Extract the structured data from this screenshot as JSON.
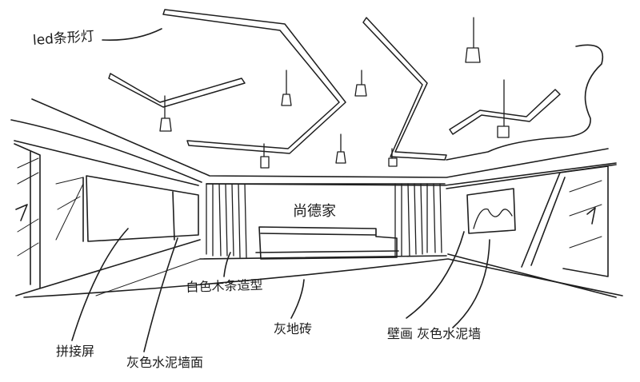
{
  "sketch": {
    "ink_color": "#1e1e1e",
    "paper_color": "#ffffff",
    "annotations": {
      "ceiling_light_line": "led条形灯",
      "brand_logo": "尚德家",
      "grille_wall": "白色木条造型",
      "screen_panel": "拼接屏",
      "left_wall": "灰色水泥墙面",
      "floor": "灰地砖",
      "right_wall": "壁画 灰色水泥墙"
    }
  }
}
